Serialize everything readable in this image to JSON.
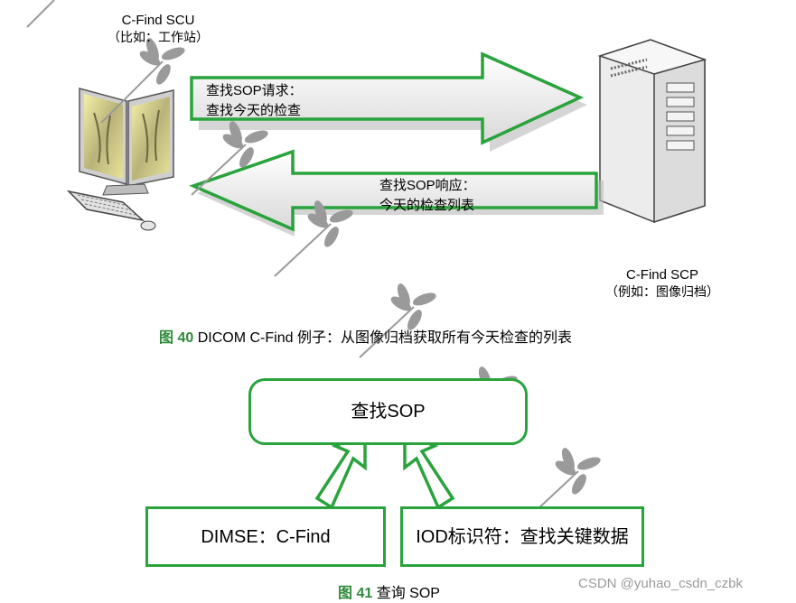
{
  "figure40": {
    "scu": {
      "title": "C-Find SCU",
      "subtitle": "（比如：工作站）"
    },
    "scp": {
      "title": "C-Find SCP",
      "subtitle": "（例如：图像归档）"
    },
    "request": {
      "line1": "查找SOP请求：",
      "line2": "查找今天的检查"
    },
    "response": {
      "line1": "查找SOP响应：",
      "line2": "今天的检查列表"
    },
    "caption": {
      "fig_label": "图",
      "fig_number": "40",
      "text": "DICOM C-Find 例子：从图像归档获取所有今天检查的列表"
    }
  },
  "figure41": {
    "top_box": "查找SOP",
    "left_box": "DIMSE：C-Find",
    "right_box": "IOD标识符：查找关键数据",
    "caption": {
      "fig_label": "图",
      "fig_number": "41",
      "text": "查询 SOP"
    }
  },
  "watermark": "CSDN @yuhao_csdn_czbk",
  "colors": {
    "accent_green": "#29a33c",
    "caption_green": "#2f8a3a"
  }
}
